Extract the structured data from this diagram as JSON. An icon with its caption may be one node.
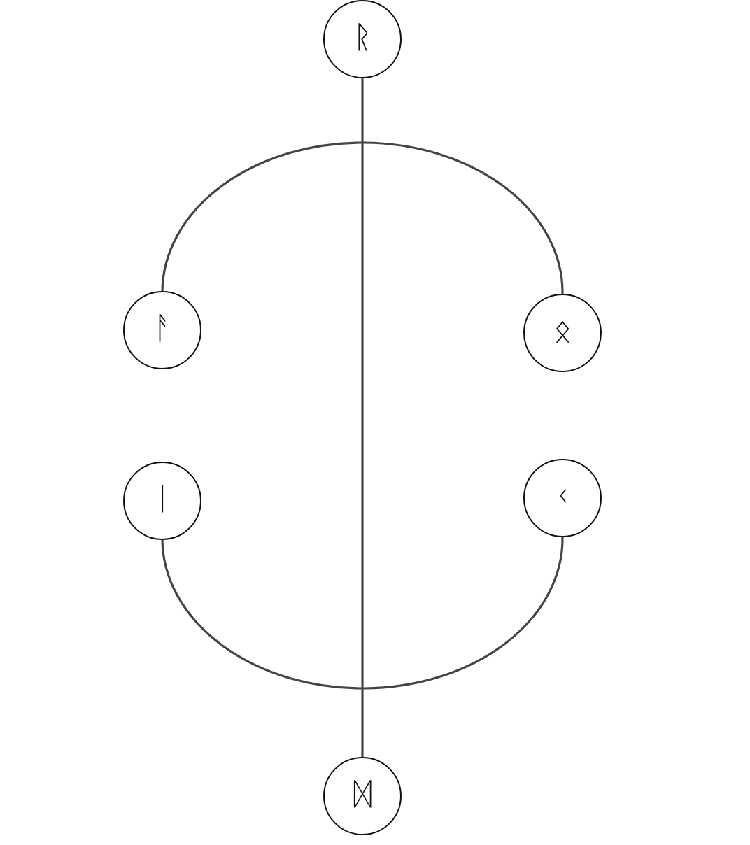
{
  "diagram": {
    "nodes": [
      {
        "text": [
          "ᚱ"
        ]
      },
      {
        "text": [
          "ᚨ"
        ]
      },
      {
        "text": [
          "ᛟ"
        ]
      },
      {
        "text": [
          "ᛁ"
        ]
      },
      {
        "text": [
          "ᚲ"
        ]
      },
      {
        "text": [
          "ᛞ"
        ]
      }
    ],
    "edges": [
      {
        "from": 0,
        "to": 5,
        "arrow": "none"
      },
      {
        "from": 1,
        "to": 2,
        "arrow": "none"
      },
      {
        "from": 3,
        "to": 4,
        "arrow": "none"
      }
    ]
  }
}
